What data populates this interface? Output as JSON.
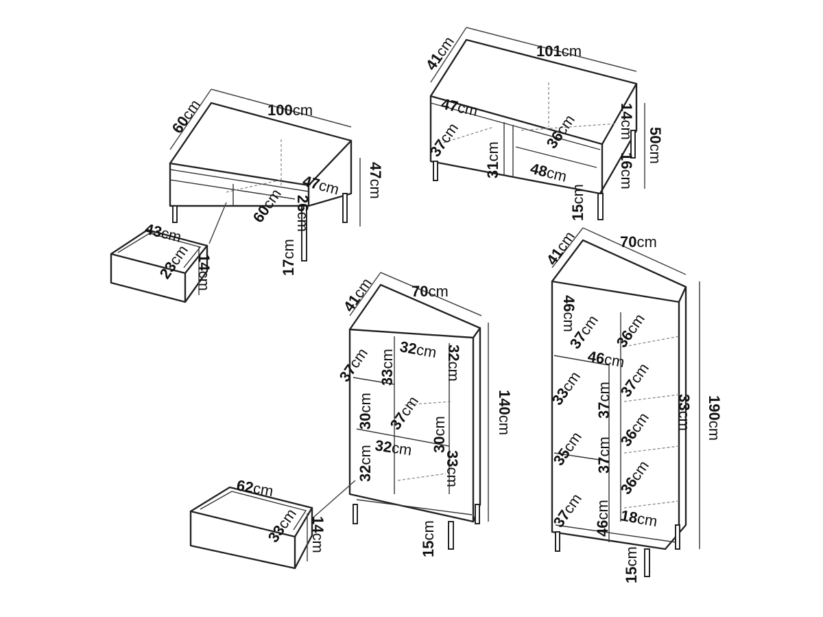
{
  "colors": {
    "line": "#222222",
    "hidden_line": "#888888",
    "background": "#ffffff"
  },
  "labels": [
    {
      "id": "coffee-width",
      "num": "100",
      "unit": "cm"
    },
    {
      "id": "coffee-depth",
      "num": "60",
      "unit": "cm"
    },
    {
      "id": "coffee-height",
      "num": "47",
      "unit": "cm"
    },
    {
      "id": "coffee-shelf-width",
      "num": "47",
      "unit": "cm"
    },
    {
      "id": "coffee-shelf-depth",
      "num": "60",
      "unit": "cm"
    },
    {
      "id": "coffee-shelf-height",
      "num": "26",
      "unit": "cm"
    },
    {
      "id": "coffee-leg-height",
      "num": "17",
      "unit": "cm"
    },
    {
      "id": "drawer1-width",
      "num": "43",
      "unit": "cm"
    },
    {
      "id": "drawer1-depth",
      "num": "23",
      "unit": "cm"
    },
    {
      "id": "drawer1-height",
      "num": "14",
      "unit": "cm"
    },
    {
      "id": "tv-width",
      "num": "101",
      "unit": "cm"
    },
    {
      "id": "tv-depth",
      "num": "41",
      "unit": "cm"
    },
    {
      "id": "tv-height",
      "num": "50",
      "unit": "cm"
    },
    {
      "id": "tv-left-width",
      "num": "47",
      "unit": "cm"
    },
    {
      "id": "tv-left-depth",
      "num": "37",
      "unit": "cm"
    },
    {
      "id": "tv-left-height",
      "num": "31",
      "unit": "cm"
    },
    {
      "id": "tv-drawer-depth",
      "num": "36",
      "unit": "cm"
    },
    {
      "id": "tv-drawer-height",
      "num": "14",
      "unit": "cm"
    },
    {
      "id": "tv-right-width",
      "num": "48",
      "unit": "cm"
    },
    {
      "id": "tv-right-height",
      "num": "16",
      "unit": "cm"
    },
    {
      "id": "tv-leg-height",
      "num": "15",
      "unit": "cm"
    },
    {
      "id": "mid-width",
      "num": "70",
      "unit": "cm"
    },
    {
      "id": "mid-depth",
      "num": "41",
      "unit": "cm"
    },
    {
      "id": "mid-height",
      "num": "140",
      "unit": "cm"
    },
    {
      "id": "mid-a",
      "num": "37",
      "unit": "cm"
    },
    {
      "id": "mid-b",
      "num": "33",
      "unit": "cm"
    },
    {
      "id": "mid-c",
      "num": "32",
      "unit": "cm"
    },
    {
      "id": "mid-d",
      "num": "32",
      "unit": "cm"
    },
    {
      "id": "mid-e",
      "num": "30",
      "unit": "cm"
    },
    {
      "id": "mid-f",
      "num": "37",
      "unit": "cm"
    },
    {
      "id": "mid-g",
      "num": "30",
      "unit": "cm"
    },
    {
      "id": "mid-h",
      "num": "32",
      "unit": "cm"
    },
    {
      "id": "mid-i",
      "num": "32",
      "unit": "cm"
    },
    {
      "id": "mid-j",
      "num": "33",
      "unit": "cm"
    },
    {
      "id": "mid-leg-height",
      "num": "15",
      "unit": "cm"
    },
    {
      "id": "drawer2-width",
      "num": "62",
      "unit": "cm"
    },
    {
      "id": "drawer2-depth",
      "num": "33",
      "unit": "cm"
    },
    {
      "id": "drawer2-height",
      "num": "14",
      "unit": "cm"
    },
    {
      "id": "tall-width",
      "num": "70",
      "unit": "cm"
    },
    {
      "id": "tall-depth",
      "num": "41",
      "unit": "cm"
    },
    {
      "id": "tall-height",
      "num": "190",
      "unit": "cm"
    },
    {
      "id": "tall-a",
      "num": "46",
      "unit": "cm"
    },
    {
      "id": "tall-b",
      "num": "37",
      "unit": "cm"
    },
    {
      "id": "tall-c",
      "num": "36",
      "unit": "cm"
    },
    {
      "id": "tall-d",
      "num": "46",
      "unit": "cm"
    },
    {
      "id": "tall-e",
      "num": "33",
      "unit": "cm"
    },
    {
      "id": "tall-f",
      "num": "37",
      "unit": "cm"
    },
    {
      "id": "tall-g",
      "num": "37",
      "unit": "cm"
    },
    {
      "id": "tall-h",
      "num": "33",
      "unit": "cm"
    },
    {
      "id": "tall-i",
      "num": "36",
      "unit": "cm"
    },
    {
      "id": "tall-j",
      "num": "35",
      "unit": "cm"
    },
    {
      "id": "tall-k",
      "num": "37",
      "unit": "cm"
    },
    {
      "id": "tall-l",
      "num": "36",
      "unit": "cm"
    },
    {
      "id": "tall-m",
      "num": "37",
      "unit": "cm"
    },
    {
      "id": "tall-n",
      "num": "46",
      "unit": "cm"
    },
    {
      "id": "tall-o",
      "num": "18",
      "unit": "cm"
    },
    {
      "id": "tall-leg-height",
      "num": "15",
      "unit": "cm"
    }
  ]
}
